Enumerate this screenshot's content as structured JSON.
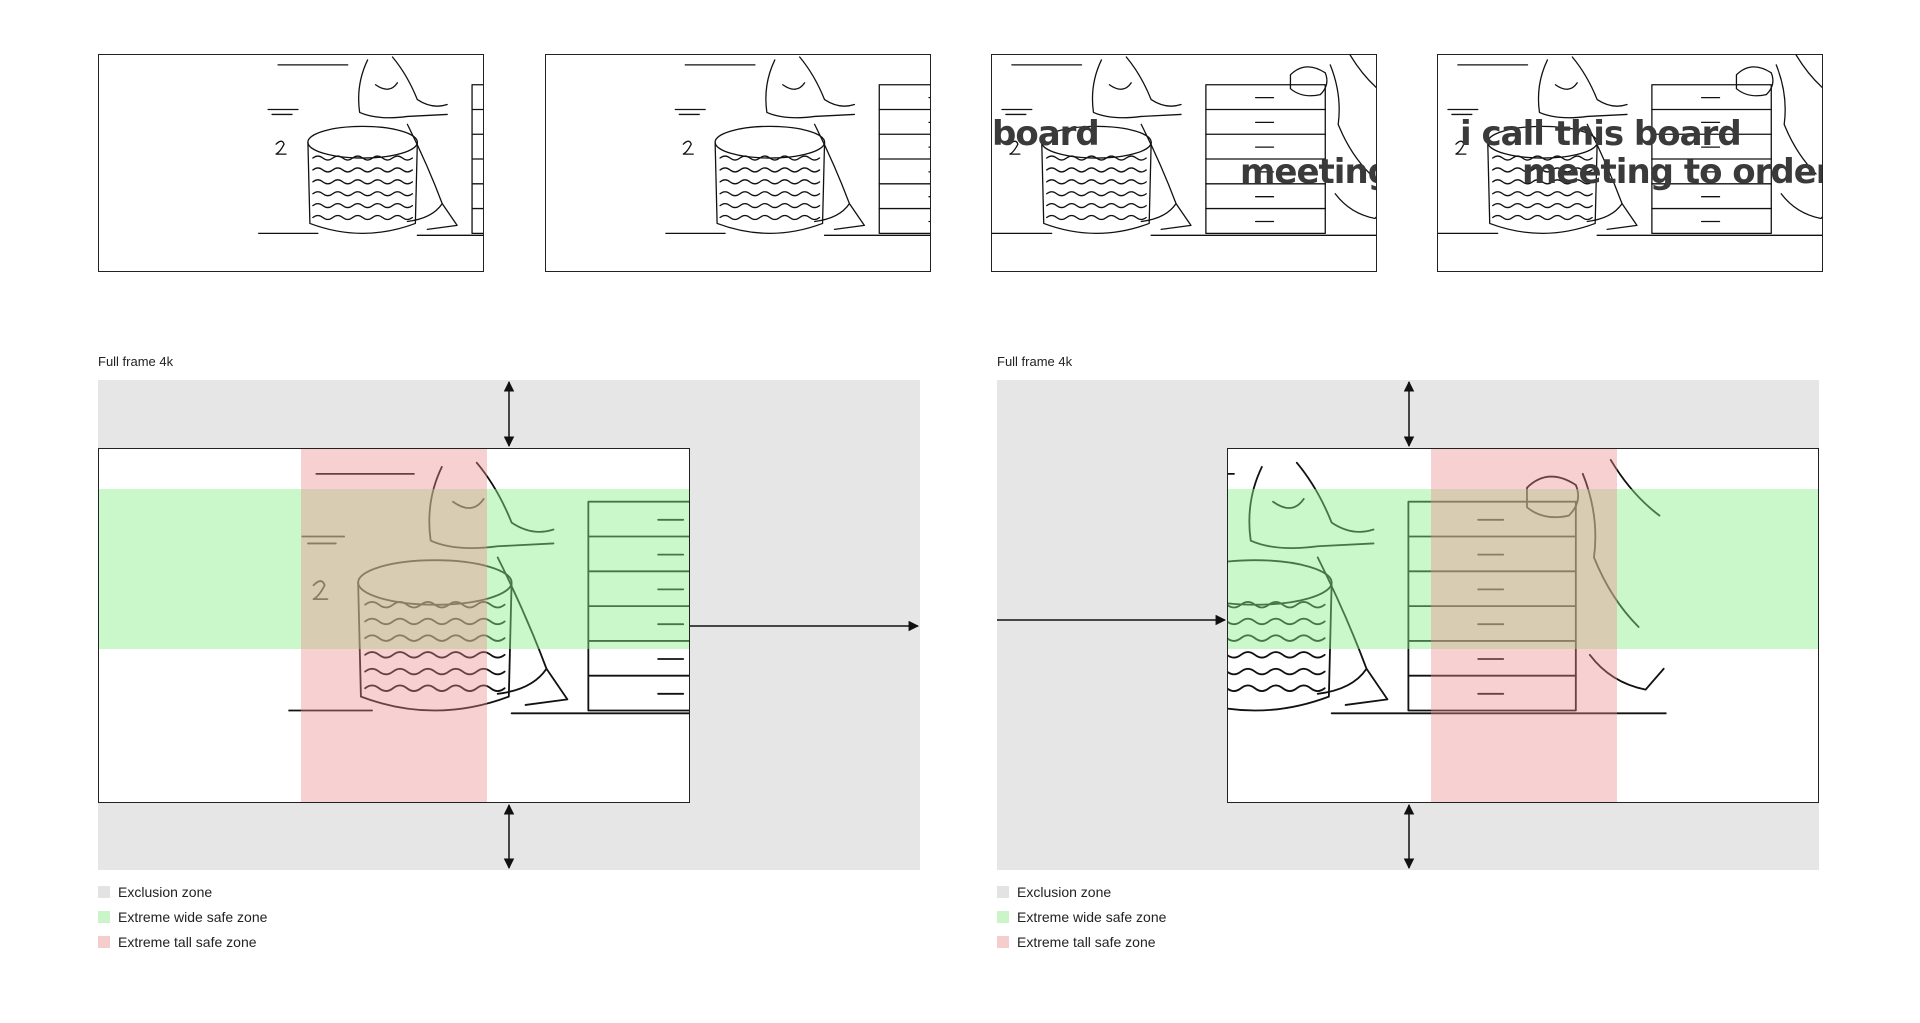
{
  "thumbnails": [
    {
      "caption_lines": []
    },
    {
      "caption_lines": []
    },
    {
      "caption_lines": [
        "board",
        "meeting"
      ]
    },
    {
      "caption_lines": [
        "i call this board",
        "meeting to order"
      ]
    }
  ],
  "panels": [
    {
      "label": "Full frame 4k"
    },
    {
      "label": "Full frame 4k"
    }
  ],
  "legend": [
    {
      "label": "Exclusion zone",
      "color": "#e3e3e3"
    },
    {
      "label": "Extreme wide safe zone",
      "color": "#c9f5c9"
    },
    {
      "label": "Extreme tall safe zone",
      "color": "#f6cdcd"
    }
  ],
  "colors": {
    "exclusion": "#e6e6e6",
    "wide_zone": "#b8f0b8",
    "tall_zone": "#f0b6b6"
  }
}
